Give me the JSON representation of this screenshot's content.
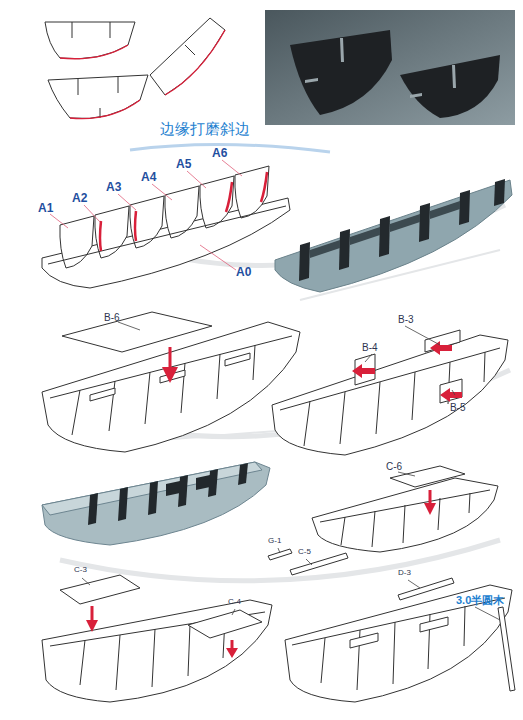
{
  "diagram": {
    "labels": [
      "边缘打磨斜边",
      "A1",
      "A2",
      "A3",
      "A4",
      "A5",
      "A6",
      "A0",
      "B-6",
      "B-3",
      "B-4",
      "B-5",
      "C-6",
      "C-3",
      "C-4",
      "G-1",
      "C-5",
      "D-3",
      "3.0半圆木"
    ]
  }
}
